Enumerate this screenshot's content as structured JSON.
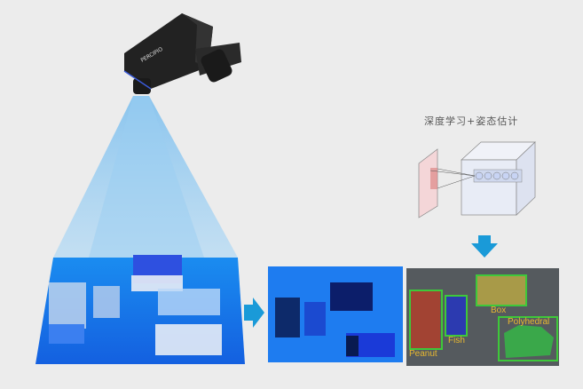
{
  "camera": {
    "logo_text": "PERCIPIO"
  },
  "network": {
    "title": "深度学习+姿态估计"
  },
  "detections": [
    {
      "label": "Peanut",
      "color": "#3ec83a"
    },
    {
      "label": "Fish",
      "color": "#3ec83a"
    },
    {
      "label": "Box",
      "color": "#3ec83a"
    },
    {
      "label": "Polyhedral",
      "color": "#3ec83a"
    }
  ],
  "colors": {
    "arrow": "#1a9ad8",
    "label": "#e8b830",
    "depth": "#1e7cf0"
  }
}
